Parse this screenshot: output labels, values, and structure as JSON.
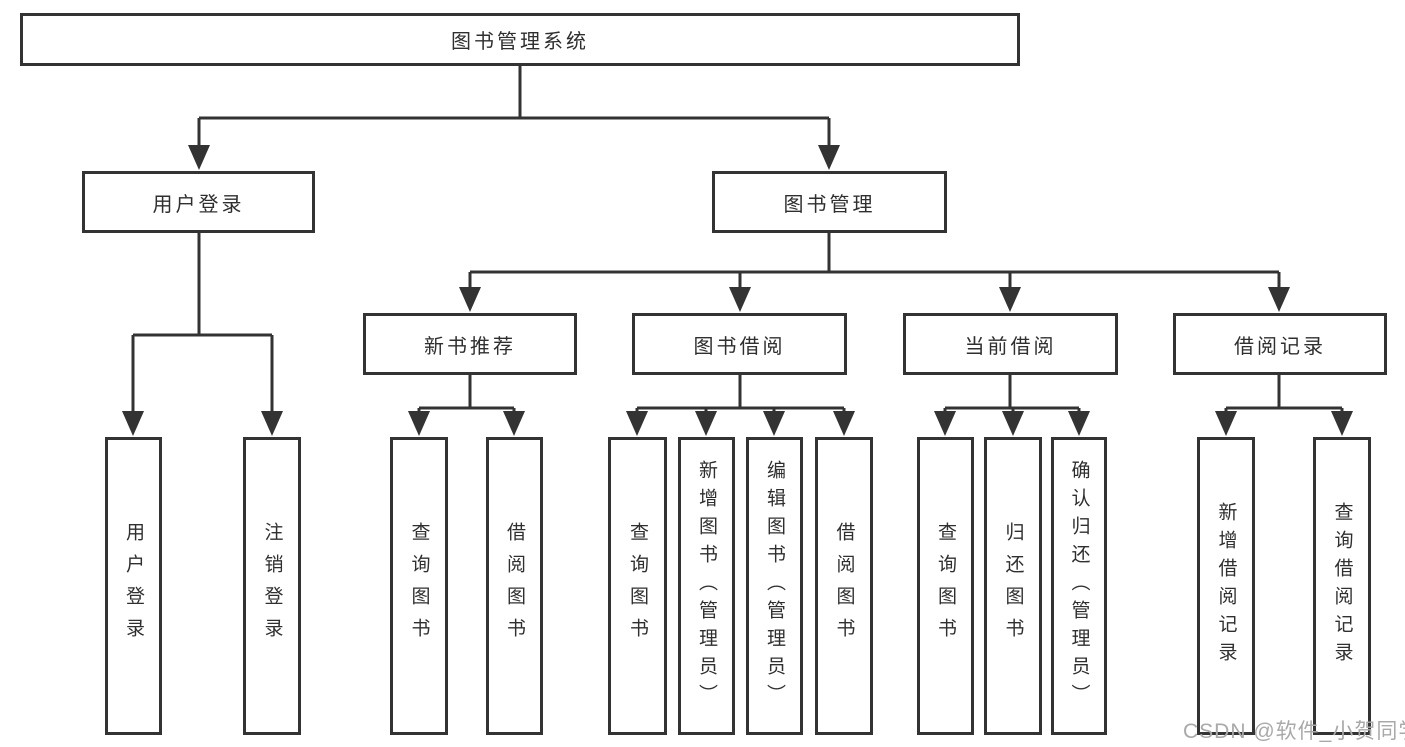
{
  "tree": {
    "root": {
      "label": "图书管理系统"
    },
    "branches": [
      {
        "label": "用户登录",
        "children": [
          {
            "label": "用户登录"
          },
          {
            "label": "注销登录"
          }
        ]
      },
      {
        "label": "图书管理",
        "children": [
          {
            "label": "新书推荐",
            "children": [
              {
                "label": "查询图书"
              },
              {
                "label": "借阅图书"
              }
            ]
          },
          {
            "label": "图书借阅",
            "children": [
              {
                "label": "查询图书"
              },
              {
                "label": "新增图书（管理员）"
              },
              {
                "label": "编辑图书（管理员）"
              },
              {
                "label": "借阅图书"
              }
            ]
          },
          {
            "label": "当前借阅",
            "children": [
              {
                "label": "查询图书"
              },
              {
                "label": "归还图书"
              },
              {
                "label": "确认归还（管理员）"
              }
            ]
          },
          {
            "label": "借阅记录",
            "children": [
              {
                "label": "新增借阅记录"
              },
              {
                "label": "查询借阅记录"
              }
            ]
          }
        ]
      }
    ]
  },
  "watermark": "CSDN @软件_小贺同学",
  "colors": {
    "line": "#333333",
    "box_border": "#333333",
    "text": "#2f2f2f",
    "watermark": "#a9a9a9",
    "background": "#ffffff"
  }
}
